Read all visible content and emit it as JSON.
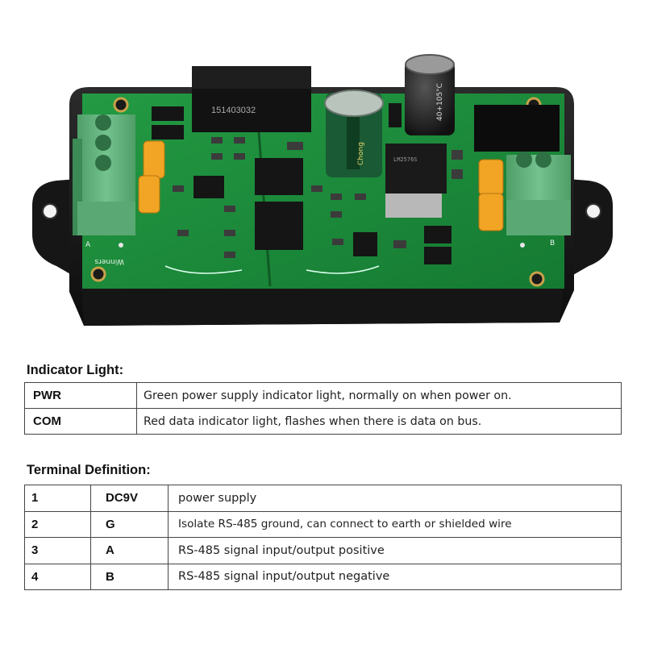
{
  "photo": {
    "board_chip_label": "151403032",
    "capacitor_label": "40+105°C",
    "brand_label": "Winners",
    "terminal_left_label": "A",
    "terminal_right_label": "B"
  },
  "indicator": {
    "title": "Indicator Light:",
    "rows": [
      {
        "key": "PWR",
        "desc": "Green power supply indicator light, normally on when power on."
      },
      {
        "key": "COM",
        "desc": "Red data indicator light, flashes when there is data on bus."
      }
    ]
  },
  "terminal": {
    "title": "Terminal Definition:",
    "rows": [
      {
        "num": "1",
        "sym": "DC9V",
        "def": "power supply"
      },
      {
        "num": "2",
        "sym": "G",
        "def": "Isolate RS-485 ground, can connect to earth or shielded wire"
      },
      {
        "num": "3",
        "sym": "A",
        "def": "RS-485 signal input/output positive"
      },
      {
        "num": "4",
        "sym": "B",
        "def": "RS-485 signal input/output negative"
      }
    ]
  },
  "colors": {
    "pcb": "#1f8a3a",
    "pcb_dark": "#156b2b",
    "enclosure": "#1a1a1a",
    "terminal_block": "#5fb07a",
    "fuse": "#f0a020"
  }
}
